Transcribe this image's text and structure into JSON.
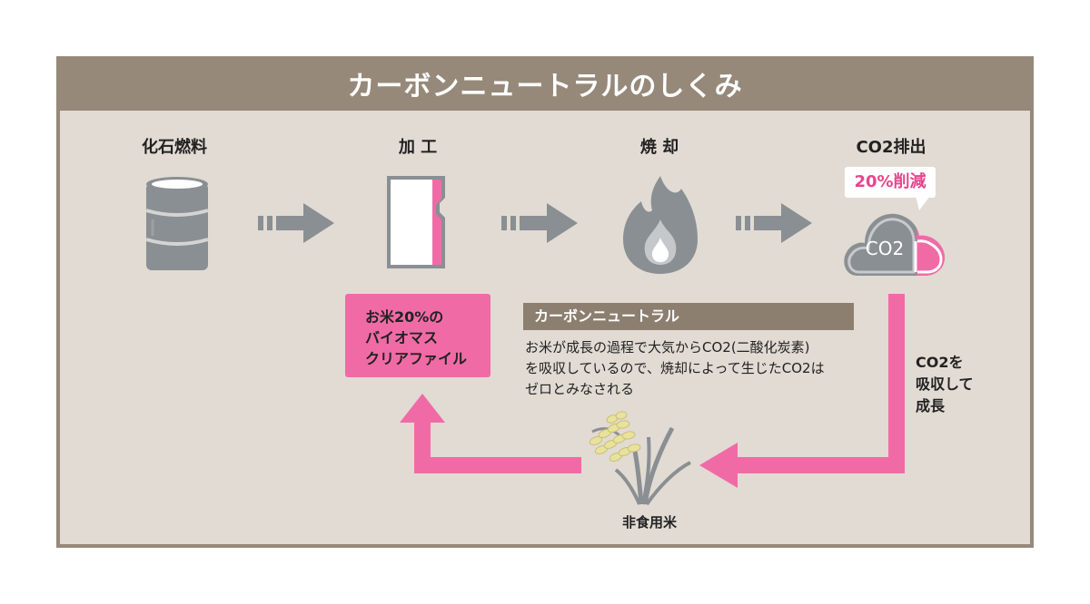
{
  "title": "カーボンニュートラルのしくみ",
  "steps": {
    "fossil": "化石燃料",
    "process": "加 工",
    "burn": "焼 却",
    "emission": "CO2排出"
  },
  "reduction_badge": "20%削減",
  "cloud_label": "CO2",
  "product": {
    "line1": "お米20%の",
    "line2": "バイオマス",
    "line3": "クリアファイル"
  },
  "carbon_neutral": {
    "heading": "カーボンニュートラル",
    "line1": "お米が成長の過程で大気からCO2(二酸化炭素)",
    "line2": "を吸収しているので、焼却によって生じたCO2は",
    "line3": "ゼロとみなされる"
  },
  "absorb": {
    "line1": "CO2を",
    "line2": "吸収して",
    "line3": "成長"
  },
  "rice_label": "非食用米",
  "colors": {
    "frame": "#96897a",
    "panel": "#e1dbd3",
    "pink": "#f06ba6",
    "icon_gray": "#8a8f93"
  }
}
